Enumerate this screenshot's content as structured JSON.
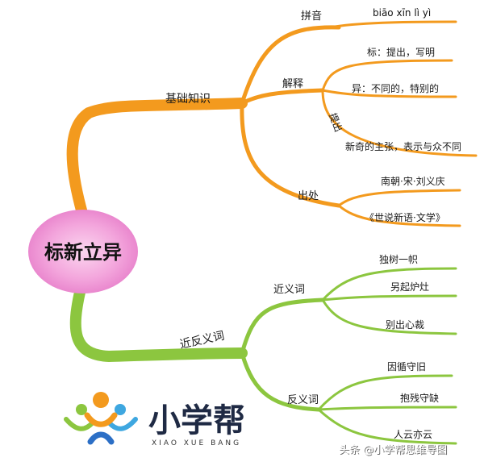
{
  "center": "标新立异",
  "branches": {
    "knowledge": {
      "label": "基础知识",
      "pinyin": {
        "label": "拼音",
        "value": "biāo xīn lì yì"
      },
      "explain": {
        "label": "解释",
        "items": [
          "标：提出，写明",
          "异：不同的，特别的",
          "提出",
          "新奇的主张，表示与众不同"
        ]
      },
      "source": {
        "label": "出处",
        "items": [
          "南朝·宋·刘义庆",
          "《世说新语·文学》"
        ]
      }
    },
    "words": {
      "label": "近反义词",
      "synonyms": {
        "label": "近义词",
        "items": [
          "独树一帜",
          "另起炉灶",
          "别出心裁"
        ]
      },
      "antonyms": {
        "label": "反义词",
        "items": [
          "因循守旧",
          "抱残守缺",
          "人云亦云"
        ]
      }
    }
  },
  "logo": {
    "name": "小学帮",
    "pinyin": "XIAO XUE BANG"
  },
  "watermark": "头条 @小学帮思维导图",
  "colors": {
    "orange": "#f39a1e",
    "green": "#8cc63f",
    "pink": "#ef8fd0"
  }
}
